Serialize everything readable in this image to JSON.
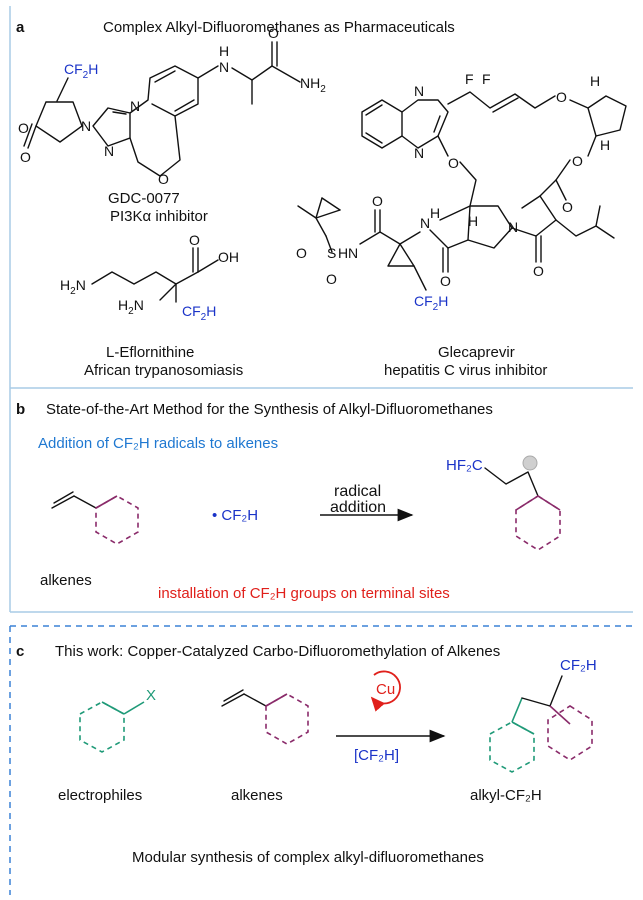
{
  "colors": {
    "panel_border": "#a9cce6",
    "panel_c_border": "#3b82d6",
    "heading_blue": "#1f78d1",
    "red_text": "#e0201b",
    "cf2h_blue": "#1a33c8",
    "purple_ring": "#8a2b6a",
    "green_ring": "#1f9a78"
  },
  "panel_a": {
    "letter": "a",
    "title": "Complex Alkyl-Difluoromethanes as Pharmaceuticals",
    "gdc": {
      "name": "GDC-0077",
      "desc": "PI3Kα inhibitor",
      "atoms": {
        "cf2h": "CF",
        "o_ring": "O",
        "o_carbonyl": "O",
        "n1": "N",
        "n2": "N",
        "n3": "N",
        "o_ether": "O",
        "nh": "H",
        "nh_n": "N",
        "o_amide": "O",
        "nh2": "NH"
      }
    },
    "eflornithine": {
      "name": "L-Eflornithine",
      "desc": "African trypanosomiasis",
      "atoms": {
        "h2n_left": "H",
        "h2n_left_n": "N",
        "h2n_mid": "H",
        "h2n_mid_n": "N",
        "cf2h": "CF",
        "o": "O",
        "oh": "OH"
      }
    },
    "glecaprevir": {
      "name": "Glecaprevir",
      "desc": "hepatitis C virus inhibitor",
      "atoms": {
        "f1": "F",
        "f2": "F",
        "n_top": "N",
        "n_bot": "N",
        "o_quin": "O",
        "o_ring1": "O",
        "o_ring2": "O",
        "o_ester": "O",
        "h1": "H",
        "h2": "H",
        "h3": "H",
        "s": "S",
        "o_s1": "O",
        "o_s2": "O",
        "nh1": "N",
        "nh1h": "H",
        "nh2": "N",
        "nh2h": "H",
        "o_am1": "O",
        "o_am2": "O",
        "n_pyr": "N",
        "o_am3": "O",
        "cf2h": "CF"
      }
    }
  },
  "panel_b": {
    "letter": "b",
    "title": "State-of-the-Art Method for the Synthesis of Alkyl-Difluoromethanes",
    "subtitle": "Addition of CF₂H radicals to alkenes",
    "radical_label": "• CF₂H",
    "arrow_top": "radical",
    "arrow_bottom": "addition",
    "reactant_label": "alkenes",
    "product_cf2h": "HF₂C",
    "note": "installation of CF₂H groups on terminal sites"
  },
  "panel_c": {
    "letter": "c",
    "title": "This work: Copper-Catalyzed Carbo-Difluoromethylation of Alkenes",
    "x_label": "X",
    "catalyst": "Cu",
    "reagent": "[CF₂H]",
    "electrophiles_label": "electrophiles",
    "alkenes_label": "alkenes",
    "product_label": "alkyl-CF₂H",
    "product_cf2h": "CF₂H",
    "footer": "Modular synthesis of complex alkyl-difluoromethanes"
  }
}
